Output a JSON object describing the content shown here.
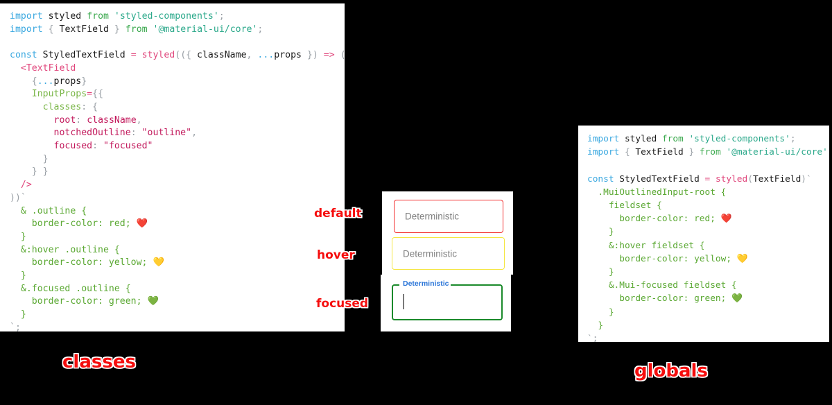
{
  "meta": {
    "bg_color": "#000000",
    "panel_bg": "#ffffff",
    "accent_red": "#f50d0d"
  },
  "panels": {
    "classes": {
      "title": "classes",
      "code_lines": [
        "import styled from 'styled-components';",
        "import { TextField } from '@material-ui/core';",
        "",
        "const StyledTextField = styled(({ className, ...props }) => (",
        "  <TextField",
        "    {...props}",
        "    InputProps={{",
        "      classes: {",
        "        root: className,",
        "        notchedOutline: \"outline\",",
        "        focused: \"focused\"",
        "      }",
        "    }}",
        "  />",
        "))`",
        "  & .outline {",
        "    border-color: red; ❤️",
        "  }",
        "  &:hover .outline {",
        "    border-color: yellow; 💛",
        "  }",
        "  &.focused .outline {",
        "    border-color: green; 💚",
        "  }",
        "`;"
      ]
    },
    "globals": {
      "title": "globals",
      "code_lines": [
        "import styled from 'styled-components';",
        "import { TextField } from '@material-ui/core';",
        "",
        "const StyledTextField = styled(TextField)`",
        "  .MuiOutlinedInput-root {",
        "    fieldset {",
        "      border-color: red; ❤️",
        "    }",
        "    &:hover fieldset {",
        "      border-color: yellow; 💛",
        "    }",
        "    &.Mui-focused fieldset {",
        "      border-color: green; 💚",
        "    }",
        "  }",
        "`;"
      ]
    }
  },
  "demo": {
    "states": [
      {
        "name": "default",
        "label": "default",
        "border_color": "#f22e2e",
        "field_text": "Deterministic"
      },
      {
        "name": "hover",
        "label": "hover",
        "border_color": "#f5e642",
        "field_text": "Deterministic"
      },
      {
        "name": "focused",
        "label": "focused",
        "border_color": "#1b8a2b",
        "field_text": "",
        "float_label": "Deterministic",
        "float_label_color": "#2a75d8"
      }
    ]
  }
}
